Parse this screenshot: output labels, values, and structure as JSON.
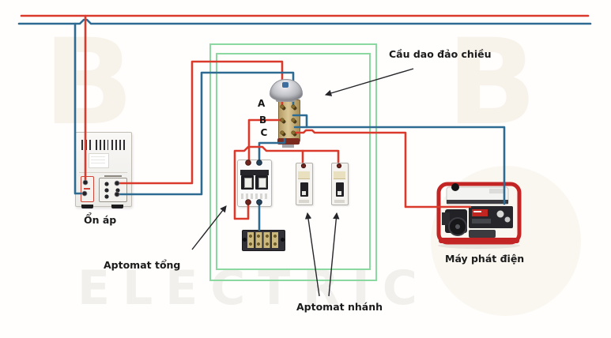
{
  "diagram": {
    "type": "wiring-diagram",
    "labels": {
      "stabilizer": "Ổn áp",
      "changeover_switch": "Cầu dao đảo chiều",
      "main_breaker": "Aptomat tổng",
      "branch_breakers": "Aptomat nhánh",
      "generator": "Máy phát điện"
    },
    "switch_terminals": [
      "A",
      "B",
      "C"
    ],
    "watermark": {
      "logo_letter": "B",
      "text": "ELECTRIC"
    },
    "colors": {
      "live": "#d93a2c",
      "neutral": "#2e6b92",
      "panel": "#8bd9a0",
      "annotation": "#26262a"
    }
  }
}
